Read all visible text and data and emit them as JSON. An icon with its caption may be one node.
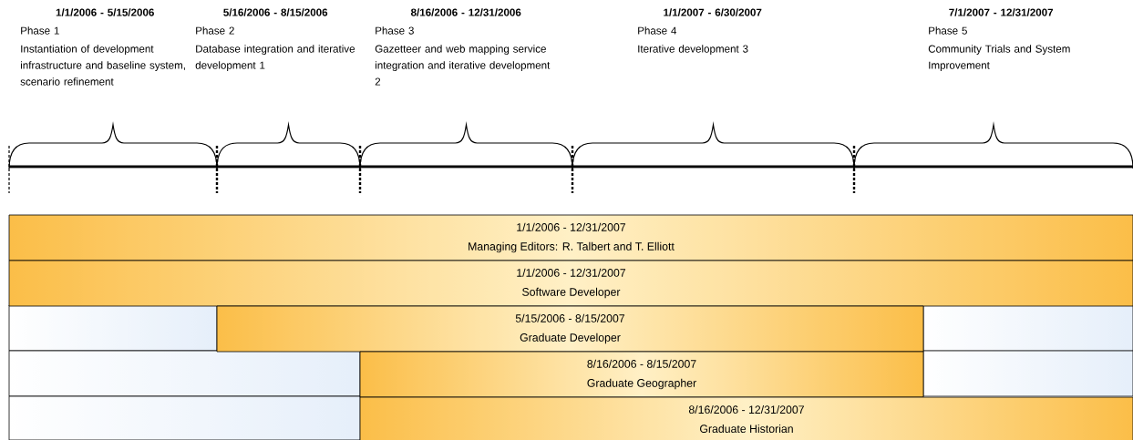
{
  "diagram": {
    "nodes": [
      {
        "text": [
          "1/1/2006 - 5/15/2006",
          "Phase 1",
          "Instantiation of development infrastructure and baseline system, scenario refinement"
        ]
      },
      {
        "text": [
          "5/16/2006 - 8/15/2006",
          "Phase 2",
          "Database integration and iterative development 1"
        ]
      },
      {
        "text": [
          "8/16/2006 - 12/31/2006",
          "Phase 3",
          "Gazetteer and web mapping service integration and iterative development 2"
        ]
      },
      {
        "text": [
          "1/1/2007 - 6/30/2007",
          "Phase 4",
          "Iterative development 3"
        ]
      },
      {
        "text": [
          "7/1/2007 - 12/31/2007",
          "Phase 5",
          "Community Trials and System Improvement"
        ]
      },
      {
        "text": [
          "1/1/2006 - 12/31/2007",
          "Managing Editors: R. Talbert and T. Elliott"
        ]
      },
      {
        "text": [
          "1/1/2006 - 12/31/2007",
          "Software Developer"
        ]
      },
      {
        "text": [
          "5/15/2006 - 8/15/2007",
          "Graduate Developer"
        ]
      },
      {
        "text": [
          "8/16/2006 - 8/15/2007",
          "Graduate Geographer"
        ]
      },
      {
        "text": [
          "8/16/2006 - 12/31/2007",
          "Graduate Historian"
        ]
      }
    ]
  }
}
